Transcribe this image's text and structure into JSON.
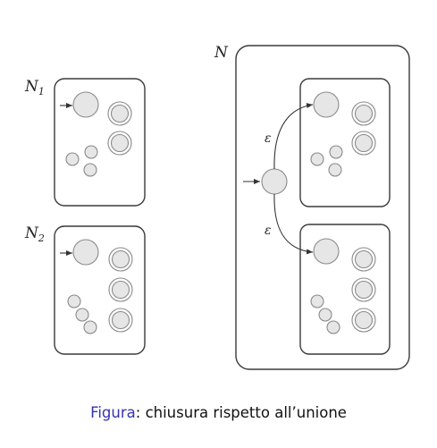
{
  "labels": {
    "n1": "N",
    "n1_sub": "1",
    "n2": "N",
    "n2_sub": "2",
    "n": "N",
    "epsilon_top": "ε",
    "epsilon_bottom": "ε"
  },
  "caption": {
    "keyword": "Figura",
    "separator": ":",
    "text": " chiusura rispetto all’unione"
  },
  "colors": {
    "caption_keyword": "#3535b0",
    "state_fill": "#e6e6e6"
  }
}
